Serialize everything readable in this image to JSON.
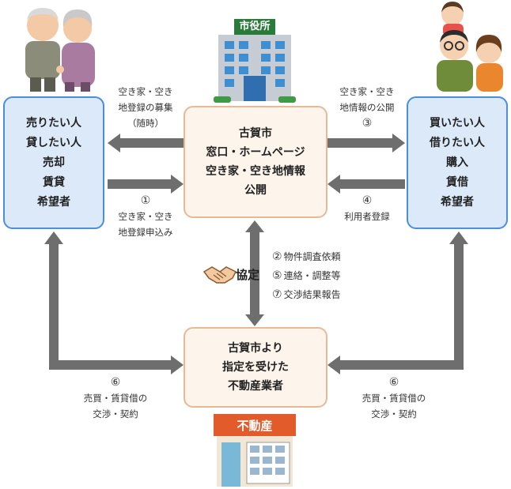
{
  "boxes": {
    "seller": [
      "売りたい人",
      "貸したい人",
      "売却",
      "賃貸",
      "希望者"
    ],
    "city": [
      "古賀市",
      "窓口・ホームページ",
      "空き家・空き地情報",
      "公開"
    ],
    "buyer": [
      "買いたい人",
      "借りたい人",
      "購入",
      "賃借",
      "希望者"
    ],
    "agent": [
      "古賀市より",
      "指定を受けた",
      "不動産業者"
    ]
  },
  "labels": {
    "recruit": [
      "空き家・空き",
      "地登録の募集",
      "（随時）"
    ],
    "apply": {
      "num": "①",
      "lines": [
        "空き家・空き",
        "地登録申込み"
      ]
    },
    "publish": {
      "lines": [
        "空き家・空き",
        "地情報の公開"
      ],
      "num": "③"
    },
    "register": {
      "num": "④",
      "lines": [
        "利用者登録"
      ]
    },
    "steps": [
      {
        "num": "②",
        "text": "物件調査依頼"
      },
      {
        "num": "⑤",
        "text": "連絡・調整等"
      },
      {
        "num": "⑦",
        "text": "交渉結果報告"
      }
    ],
    "agreement": "協定",
    "negotiate_left": {
      "num": "⑥",
      "lines": [
        "売買・賃貸借の",
        "交渉・契約"
      ]
    },
    "negotiate_right": {
      "num": "⑥",
      "lines": [
        "売買・賃貸借の",
        "交渉・契約"
      ]
    }
  },
  "signs": {
    "city_hall": "市役所",
    "real_estate": "不動産"
  },
  "colors": {
    "arrow": "#6e6e6e",
    "side_fill": "#dce9f8",
    "side_border": "#4a90d9",
    "center_fill": "#fdf4ec",
    "center_border": "#e9b894"
  }
}
